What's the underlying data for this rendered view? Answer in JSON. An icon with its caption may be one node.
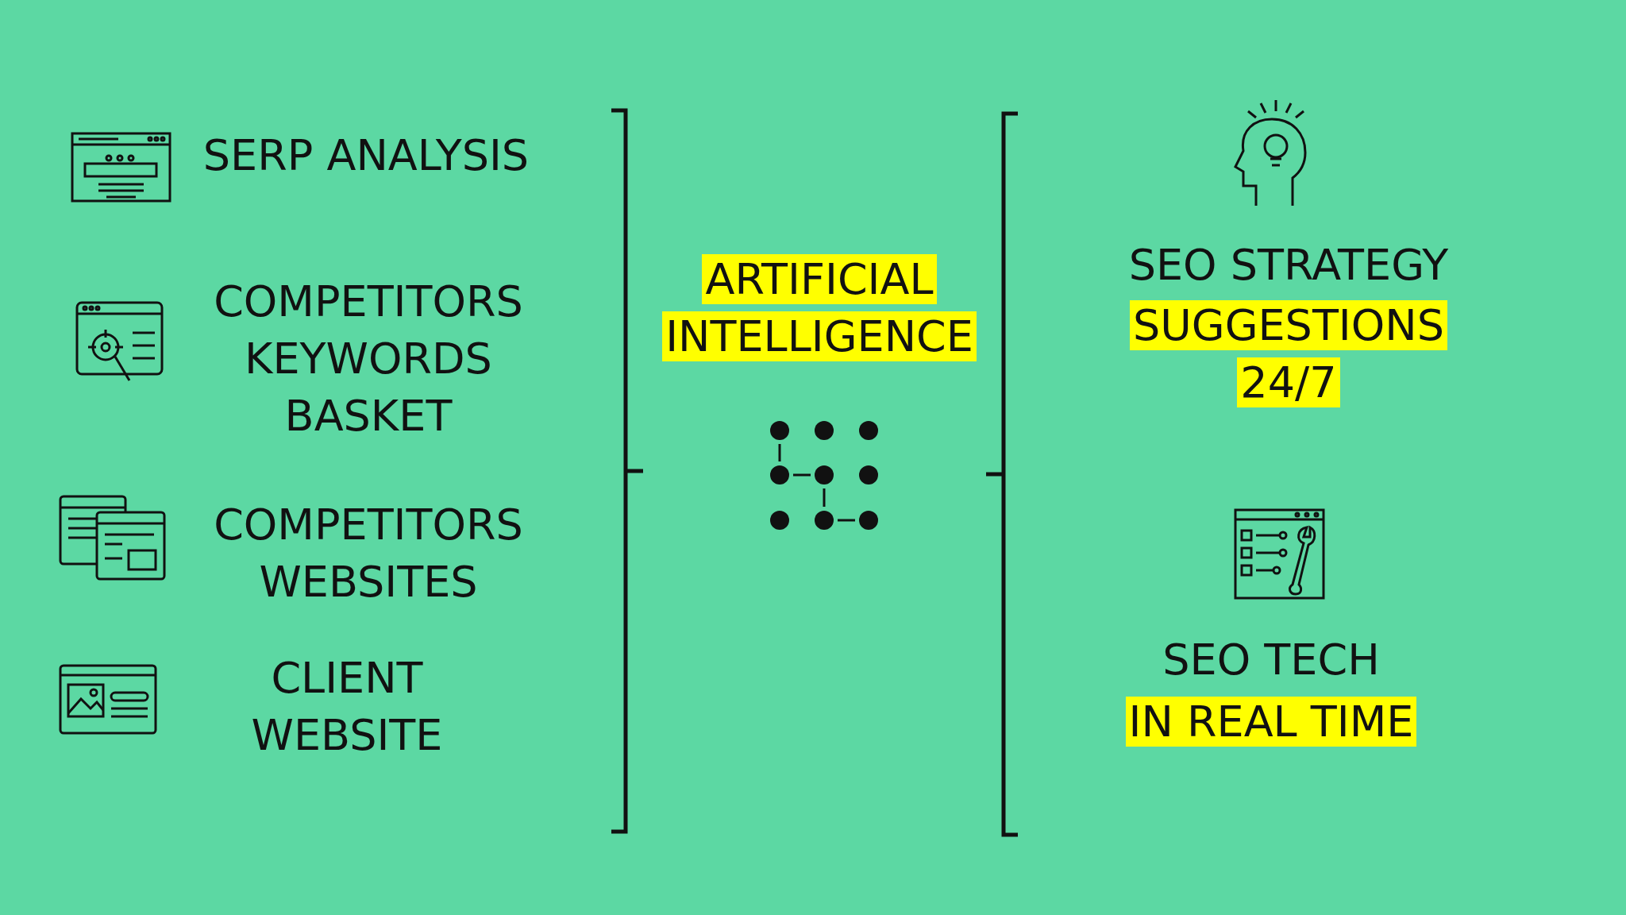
{
  "diagram": {
    "labels": [
      "SERP ANALYSIS",
      "COMPETITORS KEYWORDS BASKET",
      "COMPETITORS WEBSITES",
      "CLIENT WEBSITE",
      "ARTIFICIAL INTELLIGENCE",
      "SEO STRATEGY",
      "SUGGESTIONS 24/7",
      "SEO TECH",
      "IN REAL TIME"
    ]
  }
}
